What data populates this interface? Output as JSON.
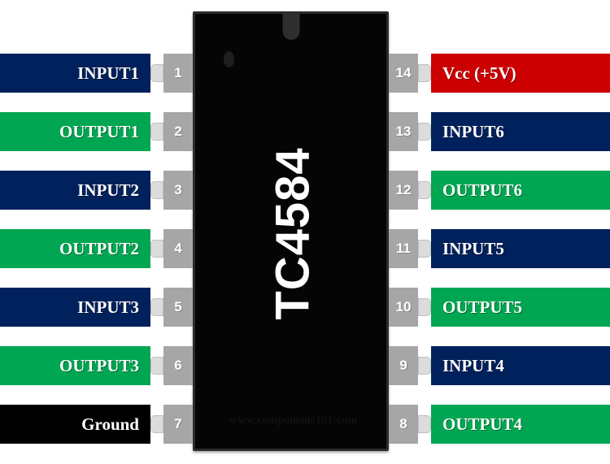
{
  "chip": {
    "part_number": "TC4584",
    "watermark": "www.components101.com",
    "body_color": "#050505",
    "notch_name": "chip-notch",
    "dot_name": "pin1-indicator-dot"
  },
  "colors": {
    "input": "#00215c",
    "output": "#00a651",
    "vcc": "#cc0000",
    "ground": "#000000",
    "pin_block": "#a6a6a6",
    "pin_tab": "#dcdcdc"
  },
  "pins": {
    "left": [
      {
        "number": "1",
        "label": "INPUT1",
        "type": "input"
      },
      {
        "number": "2",
        "label": "OUTPUT1",
        "type": "output"
      },
      {
        "number": "3",
        "label": "INPUT2",
        "type": "input"
      },
      {
        "number": "4",
        "label": "OUTPUT2",
        "type": "output"
      },
      {
        "number": "5",
        "label": "INPUT3",
        "type": "input"
      },
      {
        "number": "6",
        "label": "OUTPUT3",
        "type": "output"
      },
      {
        "number": "7",
        "label": "Ground",
        "type": "ground"
      }
    ],
    "right": [
      {
        "number": "14",
        "label": "Vcc (+5V)",
        "type": "vcc"
      },
      {
        "number": "13",
        "label": "INPUT6",
        "type": "input"
      },
      {
        "number": "12",
        "label": "OUTPUT6",
        "type": "output"
      },
      {
        "number": "11",
        "label": "INPUT5",
        "type": "input"
      },
      {
        "number": "10",
        "label": "OUTPUT5",
        "type": "output"
      },
      {
        "number": "9",
        "label": "INPUT4",
        "type": "input"
      },
      {
        "number": "8",
        "label": "OUTPUT4",
        "type": "output"
      }
    ]
  }
}
